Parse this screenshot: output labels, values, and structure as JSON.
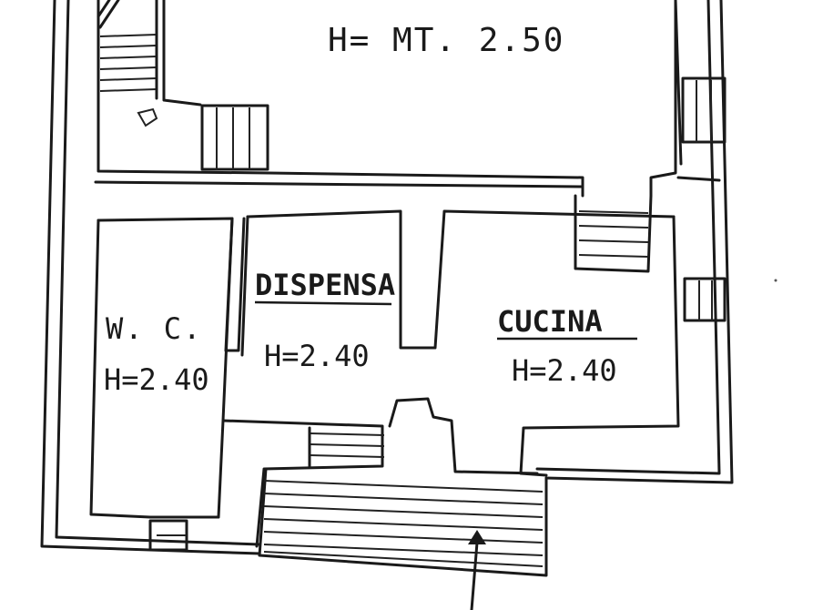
{
  "plan": {
    "rooms": [
      {
        "id": "main-hall",
        "height_label": "H= MT. 2.50"
      },
      {
        "id": "wc",
        "name": "W. C.",
        "height_label": "H=2.40"
      },
      {
        "id": "dispensa",
        "name": "DISPENSA",
        "height_label": "H=2.40"
      },
      {
        "id": "cucina",
        "name": "CUCINA",
        "height_label": "H=2.40"
      }
    ]
  }
}
